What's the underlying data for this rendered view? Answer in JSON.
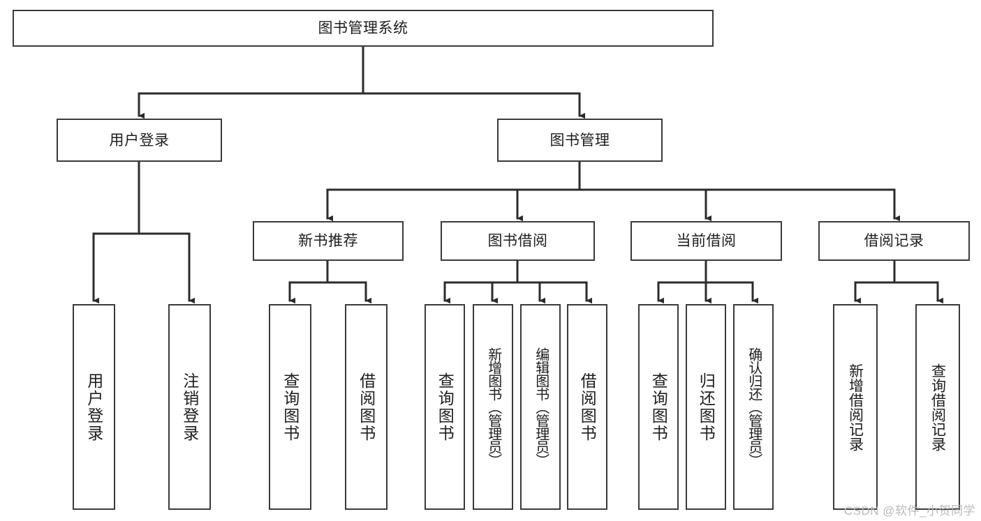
{
  "diagram": {
    "type": "tree-hierarchy",
    "title": "图书管理系统",
    "watermark": "CSDN @软件_小贺同学",
    "colors": {
      "box_border": "#3a3a3a",
      "box_fill": "#ffffff",
      "connector": "#2b2b2b",
      "text": "#1d1d1d",
      "watermark": "#b9b9b9"
    },
    "nodes": {
      "root": {
        "label": "图书管理系统"
      },
      "level1": [
        {
          "id": "user-login",
          "label": "用户登录"
        },
        {
          "id": "book-manage",
          "label": "图书管理"
        }
      ],
      "level2": [
        {
          "id": "new-book-recommend",
          "label": "新书推荐"
        },
        {
          "id": "book-borrow",
          "label": "图书借阅"
        },
        {
          "id": "current-borrow",
          "label": "当前借阅"
        },
        {
          "id": "borrow-record",
          "label": "借阅记录"
        }
      ],
      "leaves": {
        "user-login": [
          {
            "id": "leaf-user-login",
            "label": "用户登录"
          },
          {
            "id": "leaf-user-logout",
            "label": "注销登录"
          }
        ],
        "new-book-recommend": [
          {
            "id": "leaf-query-book-1",
            "label": "查询图书"
          },
          {
            "id": "leaf-borrow-book-1",
            "label": "借阅图书"
          }
        ],
        "book-borrow": [
          {
            "id": "leaf-query-book-2",
            "label": "查询图书"
          },
          {
            "id": "leaf-add-book-admin",
            "label": "新增图书（管理员）"
          },
          {
            "id": "leaf-edit-book-admin",
            "label": "编辑图书（管理员）"
          },
          {
            "id": "leaf-borrow-book-2",
            "label": "借阅图书"
          }
        ],
        "current-borrow": [
          {
            "id": "leaf-query-book-3",
            "label": "查询图书"
          },
          {
            "id": "leaf-return-book",
            "label": "归还图书"
          },
          {
            "id": "leaf-confirm-return-admin",
            "label": "确认归还（管理员）"
          }
        ],
        "borrow-record": [
          {
            "id": "leaf-add-borrow-record",
            "label": "新增借阅记录"
          },
          {
            "id": "leaf-query-borrow-record",
            "label": "查询借阅记录"
          }
        ]
      }
    }
  }
}
